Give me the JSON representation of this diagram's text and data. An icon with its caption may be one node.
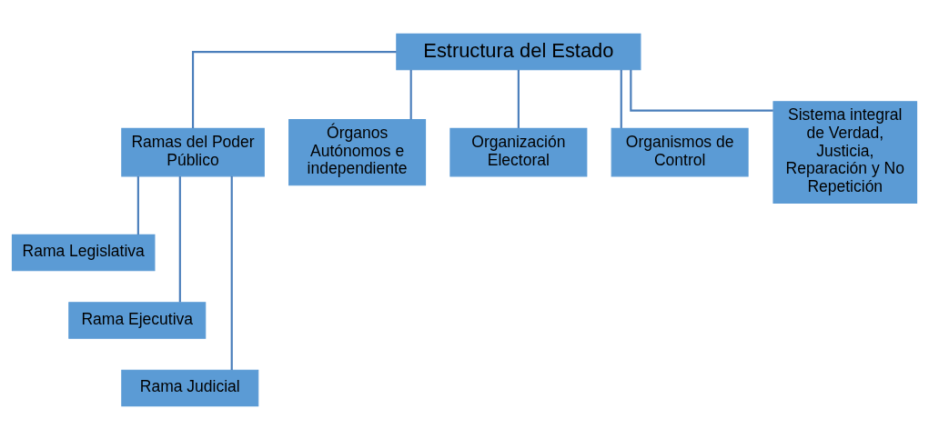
{
  "diagram": {
    "nodes": [
      {
        "text": [
          "Estructura del Estado"
        ]
      },
      {
        "text": [
          "Ramas del Poder Público"
        ]
      },
      {
        "text": [
          "Órganos Autónomos e independiente"
        ]
      },
      {
        "text": [
          "Organización Electoral"
        ]
      },
      {
        "text": [
          "Organismos de Control"
        ]
      },
      {
        "text": [
          "Sistema integral de Verdad, Justicia, Reparación y No Repetición"
        ]
      },
      {
        "text": [
          "Rama Legislativa"
        ]
      },
      {
        "text": [
          "Rama Ejecutiva"
        ]
      },
      {
        "text": [
          "Rama Judicial"
        ]
      }
    ],
    "edges": [
      {
        "from": 0,
        "to": 1,
        "arrow": "none"
      },
      {
        "from": 0,
        "to": 2,
        "arrow": "none"
      },
      {
        "from": 0,
        "to": 3,
        "arrow": "none"
      },
      {
        "from": 0,
        "to": 4,
        "arrow": "none"
      },
      {
        "from": 0,
        "to": 5,
        "arrow": "none"
      },
      {
        "from": 1,
        "to": 6,
        "arrow": "none"
      },
      {
        "from": 1,
        "to": 7,
        "arrow": "none"
      },
      {
        "from": 1,
        "to": 8,
        "arrow": "none"
      }
    ]
  }
}
